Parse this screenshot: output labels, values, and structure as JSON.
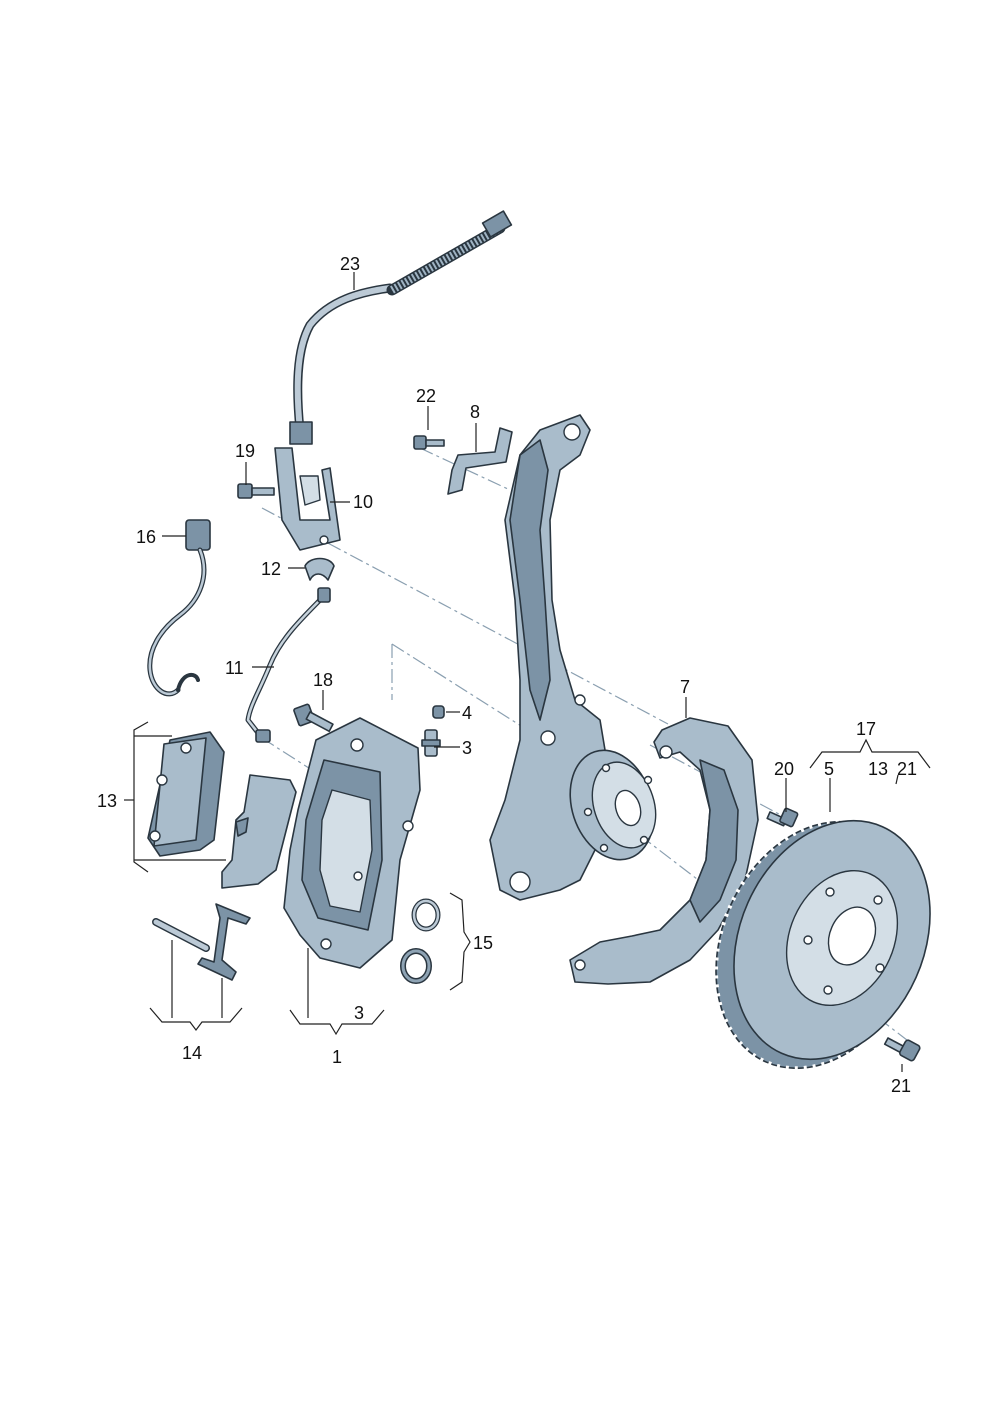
{
  "labels": {
    "l1": "1",
    "l3a": "3",
    "l3b": "3",
    "l4": "4",
    "l5": "5",
    "l7": "7",
    "l8": "8",
    "l10": "10",
    "l11": "11",
    "l12": "12",
    "l13a": "13",
    "l13b": "13",
    "l14": "14",
    "l15": "15",
    "l16": "16",
    "l17": "17",
    "l18": "18",
    "l19": "19",
    "l20": "20",
    "l21a": "21",
    "l21b": "21",
    "l22": "22",
    "l23": "23"
  },
  "colors": {
    "part_fill": "#a9bccb",
    "part_shadow": "#7c93a6",
    "part_highlight": "#d3dee6",
    "outline": "#2a3640",
    "centerline": "#8a9fb0"
  }
}
